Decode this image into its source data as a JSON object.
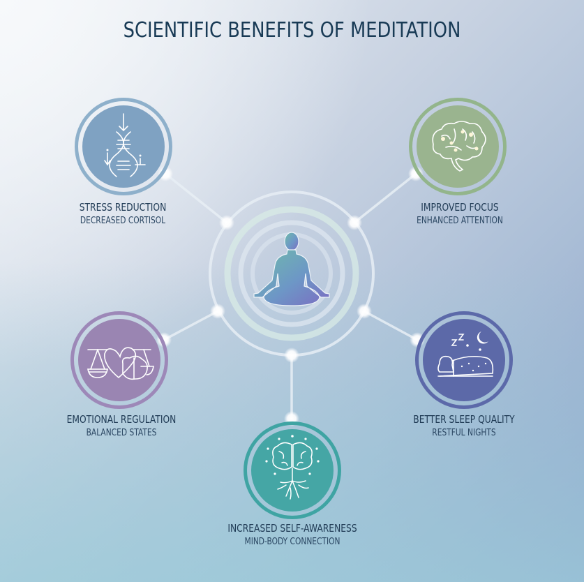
{
  "title": "SCIENTIFIC BENEFITS OF MEDITATION",
  "center": {
    "icon": "meditation-figure-icon",
    "gradient": [
      "#6fb9a8",
      "#6f8fc6",
      "#7a6fc0"
    ]
  },
  "benefits": [
    {
      "title": "STRESS REDUCTION",
      "subtitle": "DECREASED CORTISOL",
      "icon": "dna-down-arrow-icon",
      "color": "#7ea3c2",
      "ring": "#7ea3c2"
    },
    {
      "title": "IMPROVED FOCUS",
      "subtitle": "ENHANCED ATTENTION",
      "icon": "glowing-brain-icon",
      "color": "#9ab48f",
      "ring": "#8fb287"
    },
    {
      "title": "EMOTIONAL REGULATION",
      "subtitle": "BALANCED STATES",
      "icon": "scale-heart-brain-icon",
      "color": "#9a85b2",
      "ring": "#9a85b8"
    },
    {
      "title": "BETTER SLEEP QUALITY",
      "subtitle": "RESTFUL NIGHTS",
      "icon": "sleeping-person-moon-icon",
      "color": "#5c69a8",
      "ring": "#5a67a6"
    },
    {
      "title": "INCREASED SELF-AWARENESS",
      "subtitle": "MIND-BODY CONNECTION",
      "icon": "brain-roots-tree-icon",
      "color": "#44a5a4",
      "ring": "#3ea3a2"
    }
  ]
}
